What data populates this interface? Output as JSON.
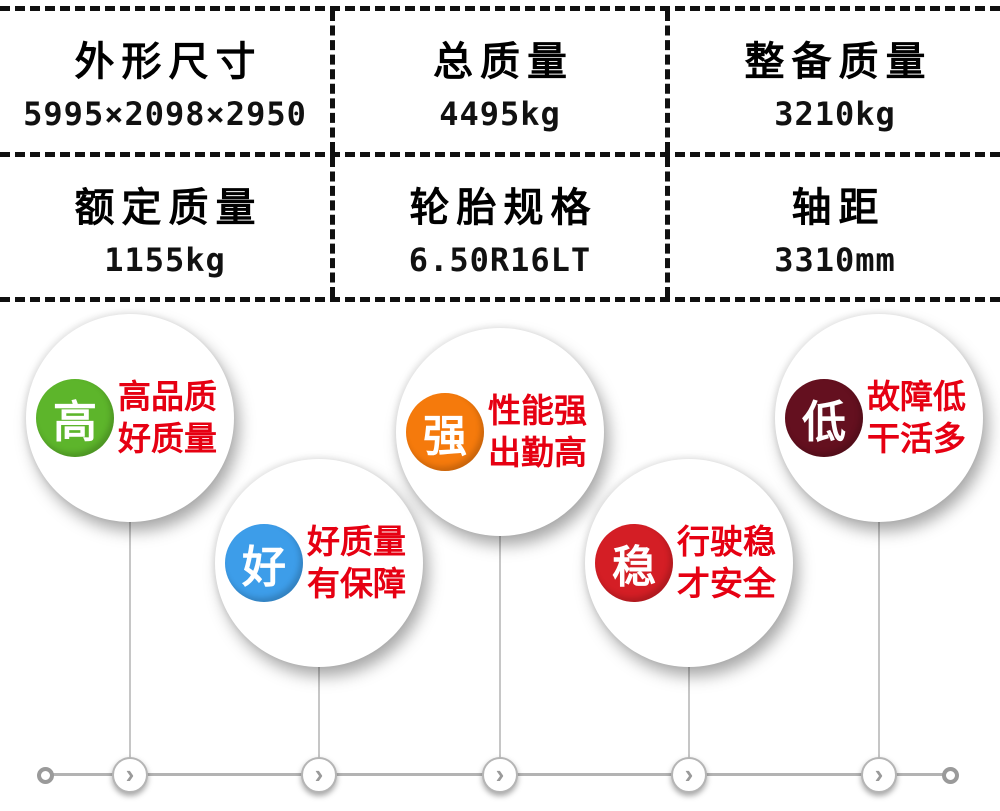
{
  "specs": [
    {
      "title": "外形尺寸",
      "value": "5995×2098×2950"
    },
    {
      "title": "总质量",
      "value": "4495kg"
    },
    {
      "title": "整备质量",
      "value": "3210kg"
    },
    {
      "title": "额定质量",
      "value": "1155kg"
    },
    {
      "title": "轮胎规格",
      "value": "6.50R16LT"
    },
    {
      "title": "轴距",
      "value": "3310mm"
    }
  ],
  "features": [
    {
      "badge": "高",
      "color": "#5db52b",
      "lines": [
        "高品质",
        "好质量"
      ]
    },
    {
      "badge": "好",
      "color": "#3d9de9",
      "lines": [
        "好质量",
        "有保障"
      ]
    },
    {
      "badge": "强",
      "color": "#f57a0c",
      "lines": [
        "性能强",
        "出勤高"
      ]
    },
    {
      "badge": "稳",
      "color": "#d41e25",
      "lines": [
        "行驶稳",
        "才安全"
      ]
    },
    {
      "badge": "低",
      "color": "#64101f",
      "lines": [
        "故障低",
        "干活多"
      ]
    }
  ],
  "timeline": {
    "chevron": "›"
  },
  "colors": {
    "feature_text": "#e60012",
    "dash_border": "#101010",
    "timeline_gray": "#b3b3b3"
  }
}
